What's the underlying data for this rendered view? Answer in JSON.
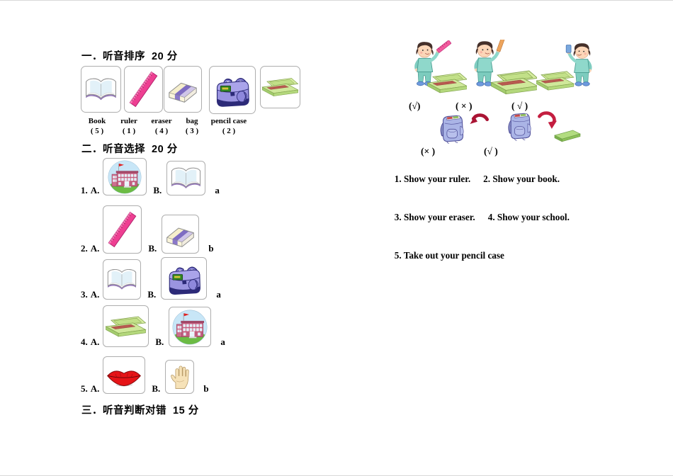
{
  "page": {
    "background": "#ffffff"
  },
  "section1": {
    "title": "一．听音排序  20 分",
    "cards": [
      "book",
      "ruler",
      "eraser",
      "bag",
      "pencil-case"
    ],
    "answers": [
      {
        "label": "Book",
        "value": "( 5 )"
      },
      {
        "label": "ruler",
        "value": "( 1 )"
      },
      {
        "label": "eraser",
        "value": "( 4 )"
      },
      {
        "label": "bag",
        "value": "( 3 )"
      },
      {
        "label": "pencil case",
        "value": "( 2 )"
      }
    ]
  },
  "section2": {
    "title": "二．听音选择  20 分",
    "option_a": "A.",
    "option_b": "B.",
    "items": [
      {
        "num": "1.",
        "a_icon": "school",
        "b_icon": "book",
        "answer": "a"
      },
      {
        "num": "2.",
        "a_icon": "ruler",
        "b_icon": "eraser",
        "answer": "b"
      },
      {
        "num": "3.",
        "a_icon": "book",
        "b_icon": "bag",
        "answer": "a"
      },
      {
        "num": "4.",
        "a_icon": "pencil-case",
        "b_icon": "school",
        "answer": "a"
      },
      {
        "num": "5.",
        "a_icon": "mouth",
        "b_icon": "hand",
        "answer": "b"
      }
    ]
  },
  "section3": {
    "title": "三．听音判断对错  15 分"
  },
  "listening": {
    "scenes": [
      {
        "icon": "scene-ruler",
        "mark": "(√)"
      },
      {
        "icon": "scene-pencil",
        "mark": "( × )"
      },
      {
        "icon": "scene-eraser",
        "mark": "( √ )"
      }
    ],
    "bag_scenes": [
      {
        "icon": "bag-in",
        "mark": "(× )"
      },
      {
        "icon": "bag-out",
        "mark": "(√ )"
      }
    ],
    "script_lines": [
      {
        "left": "1. Show your ruler.",
        "right": "2. Show your book."
      },
      {
        "left": "3. Show your eraser.",
        "right": "4. Show your school."
      },
      {
        "left": "5. Take out your pencil case",
        "right": ""
      }
    ]
  }
}
